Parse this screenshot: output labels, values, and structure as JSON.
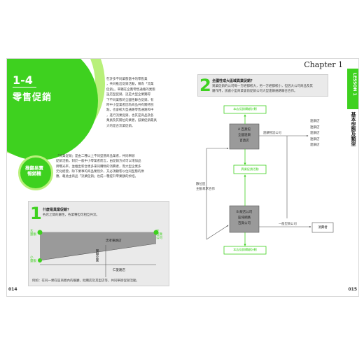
{
  "left_page": {
    "lesson_number": "1-4",
    "lesson_title": "零售促銷",
    "intro_lines": [
      "在許多不同業態當中的零售業",
      "，共同推出促銷活動，稱為「流業",
      "促銷」。單獨在企劃零售通路的業態",
      "設店型促銷，這是大型企業獨得",
      "下不同業態的全國性聯合促銷，有",
      "時中小型業者因為商品共有關持別",
      "點，也會較大型通路零售通路和中",
      "，進行流業促銷，也其是商品及各",
      "業員及其關位的業者，鼓業促銷最具",
      "大的是合流業促銷。"
    ],
    "badge_lines": [
      "推翻易賣",
      "暢銷糟"
    ],
    "body_lines": [
      "「流業促銷」是由二種以上不同型態商品業者，共同舉辦",
      "促銷活動，對於一般中小零業者而言，由促銷方式可以增加品",
      "牌曝光率，並推出新合更多來同購物的消費者，而大型企業多",
      "元化經營，除下業事的商品業別外，又必須顧客以位同型態的供",
      "應，藉此由商品「流業促銷」也成一種提升零業額的妙招。"
    ],
    "panel": {
      "number": "1",
      "title": "什麼是異業促銷？",
      "subtitle": "各店之間的屬性，各業種但可相互共流。",
      "footer": "例如：在同一類在區商圈內的餐廳，批購店及其型店等，共同舉辦促銷活動。"
    },
    "chart_labels": {
      "top_left": "大\n量販",
      "top_right": "少\n百貨\n公司",
      "mid_left": "小\n量販",
      "bottom_right": "仁愛路店",
      "inner": "忠孝東路店",
      "vertical": "關聯企業"
    },
    "page_number": "014"
  },
  "right_page": {
    "chapter_label": "Chapter 1",
    "tab_label": "LESSON 1",
    "side_title": "基本型態及類型",
    "header": {
      "number": "2",
      "title": "全國性或大區域異業促銷？",
      "text_lines": [
        "異業促銷的公司每一方經都較大，另一方經都較小，但因大公司商品及其",
        "屬作用，該處小型商業會前促銷公司大型連鎖通路聯合合作。"
      ]
    },
    "diagram": {
      "top_label": "本店促銷欄顧計劃",
      "node_a": [
        "A 百貨館",
        "全國連鎖",
        "百貨店"
      ],
      "mid_label": "異業促銷活動",
      "node_b": [
        "B 飯店公司",
        "區域網路",
        "百貨公司"
      ],
      "bottom_label": "本店促銷欄顧計劃",
      "left_label": [
        "數位區",
        "主動尋求合作"
      ],
      "right_list": [
        "連鎖店",
        "連鎖店",
        "連鎖店",
        "連鎖店",
        "連鎖店"
      ],
      "arrow_label_a": "連鎖物流公司",
      "arrow_label_b": "一般型商公司",
      "consumer": "消費者"
    },
    "page_number": "015"
  }
}
